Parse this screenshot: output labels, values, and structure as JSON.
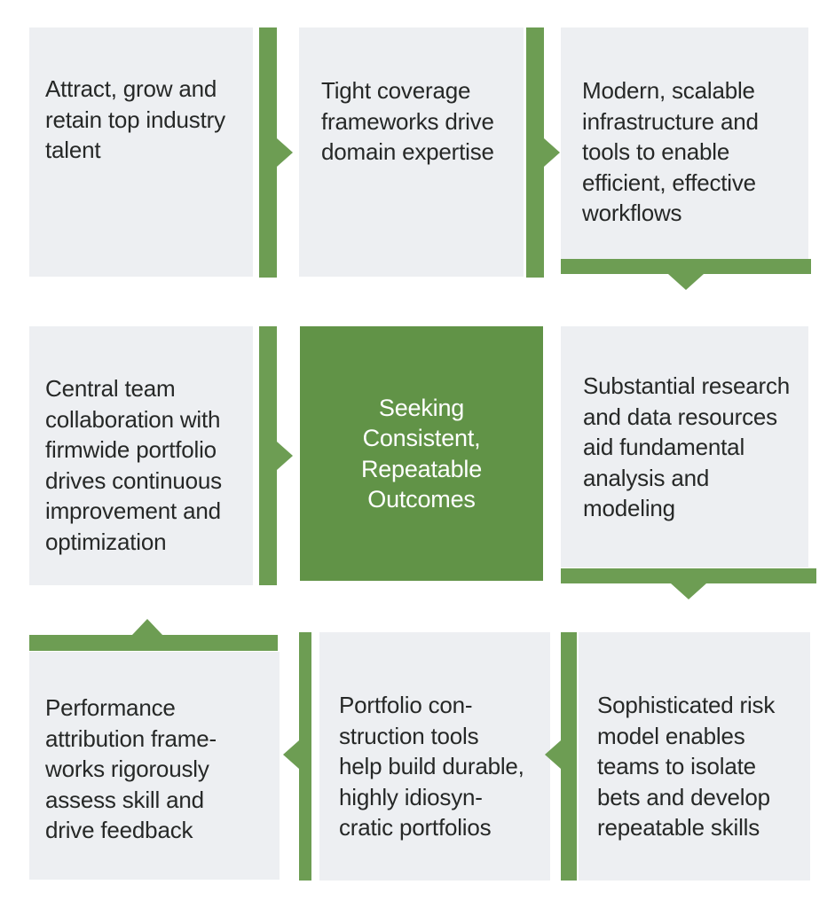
{
  "colors": {
    "green_arrow": "#6d9d53",
    "green_box": "#619347",
    "card_bg": "#edeff2",
    "text_dark": "#262827",
    "center_text": "#ffffff",
    "background": "#ffffff"
  },
  "center": {
    "text": "Seeking\nConsistent,\nRepeatable\nOutcomes"
  },
  "cards": {
    "attract_talent": {
      "text": "Attract, grow and\nretain top industry\ntalent"
    },
    "tight_coverage": {
      "text": "Tight coverage\nframeworks drive\ndomain expertise"
    },
    "modern_infrastructure": {
      "text": "Modern, scalable\ninfrastructure and\ntools to enable\nefficient, effective\nworkflows"
    },
    "central_team": {
      "text": "Central team\ncollaboration with\nfirmwide portfolio\ndrives continuous\nimprovement and\noptimization"
    },
    "substantial_research": {
      "text": "Substantial research\nand data resources\naid fundamental\nanalysis and\nmodeling"
    },
    "performance_attribution": {
      "text": "Performance\nattribution frame-\nworks rigorously\nassess skill and\ndrive feedback"
    },
    "portfolio_construction": {
      "text": "Portfolio con-\nstruction tools\nhelp build durable,\nhighly idiosyn-\ncratic portfolios"
    },
    "sophisticated_risk": {
      "text": "Sophisticated risk\nmodel enables\nteams to isolate\nbets and develop\nrepeatable skills"
    }
  }
}
